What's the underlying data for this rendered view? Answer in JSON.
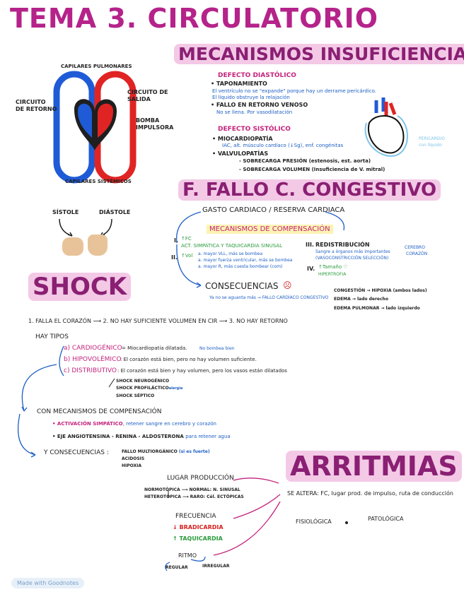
{
  "title": "TEMA 3. CIRCULATORIO",
  "heart_diagram": {
    "top_label": "CAPILARES PULMONARES",
    "left_label_1": "CIRCUITO",
    "left_label_2": "DE RETORNO",
    "right_label_1": "CIRCUITO DE",
    "right_label_2": "SALIDA",
    "pump_label_1": "BOMBA",
    "pump_label_2": "IMPULSORA",
    "bottom_label": "CAPILARES SISTÉMICOS"
  },
  "cycle": {
    "systole": "SÍSTOLE",
    "diastole": "DIÁSTOLE"
  },
  "mecanismos": {
    "heading": "MECANISMOS INSUFICIENCIA",
    "diastolic": "DEFECTO DIASTÓLICO",
    "tamponamiento": "• TAPONAMIENTO",
    "tamp_1": "El ventrículo no se \"expande\" porque hay un derrame pericárdico.",
    "tamp_2": "El líquido obstruye la relajación",
    "venoso": "• FALLO EN RETORNO VENOSO",
    "venoso_1": "No se llena. Por vasodilatación",
    "systolic": "DEFECTO SISTÓLICO",
    "mioc": "• MIOCARDIOPATÍA",
    "mioc_1": "IAC, alt. músculo cardíaco (↓Sg), enf. congénitas",
    "valv": "• VALVULOPATÍAS",
    "valv_1": "- SOBRECARGA PRESIÓN (estenosis, est. aorta)",
    "valv_2": "- SOBRECARGA VOLUMEN (Insuficiencia de V. mitral)",
    "heart_note_1": "PERICARDIO",
    "heart_note_2": "con líquido"
  },
  "fallo": {
    "heading": "F. FALLO C. CONGESTIVO",
    "gasto": "GASTO CARDIACO / RESERVA CARDIACA",
    "comp": "MECANISMOS DE COMPENSACIÓN",
    "i_label": "I.",
    "i_fc": "↑FC",
    "i_act": "ACT. SIMPÁTICA Y TAQUICARDIA SINUSAL",
    "ii_label": "II.",
    "ii_vol": "↑Vol",
    "ii_a": "a. mayor VLL, más se bombea",
    "ii_b": "a. mayor fuerza ventricular, más se bombea",
    "ii_c": "a. mayor R, más cuesta bombear (com)",
    "iii_label": "III.",
    "iii_redis": "REDISTRIBUCIÓN",
    "iii_1": "Sangre a órganos más importantes",
    "iii_2": "(VASOCONSTRICCIÓN SELECCIÓN)",
    "cerebro": "CEREBRO",
    "corazon": "CORAZÓN",
    "iv_label": "IV.",
    "iv_1": "↑Tamaño ♡",
    "iv_2": "HIPERTROFIA",
    "consec": "CONSECUENCIAS",
    "consec_1": "Ya no se aguanta más → FALLO CARDÍACO CONGESTIVO",
    "con_1": "CONGESTIÓN → HIPOXIA (ambos lados)",
    "con_2": "EDEMA → lado derecho",
    "con_3": "EDEMA PULMONAR → lado izquierdo"
  },
  "shock": {
    "heading": "SHOCK",
    "line1": "1. FALLA EL CORAZÓN ⟶ 2. NO HAY SUFICIENTE VOLUMEN EN CIR ⟶ 3. NO HAY RETORNO",
    "tipos": "HAY TIPOS",
    "a_label": "a) CARDIOGÉNICO",
    "a_text": "= Miocardiopatía dilatada.",
    "a_blue": "No bombea bien",
    "b_label": "b) HIPOVOLÉMICO",
    "b_text": ": El corazón está bien, pero no hay volumen suficiente.",
    "c_label": "c) DISTRIBUTIVO",
    "c_text": ": El corazón está bien y hay volumen, pero los vasos están dilatados",
    "c_sub1": "SHOCK NEUROGÉNICO",
    "c_sub2": "SHOCK PROFILÁCTICO",
    "c_sub2_blue": "alergia",
    "c_sub3": "SHOCK SÉPTICO",
    "comp": "CON MECANISMOS DE COMPENSACIÓN",
    "comp_1": "• ACTIVACIÓN SIMPÁTICO",
    "comp_1_blue": ", retener sangre en cerebro y corazón",
    "comp_2": "• EJE ANGIOTENSINA - RENINA - ALDOSTERONA",
    "comp_2_blue": "para retener agua",
    "consec": "Y CONSECUENCIAS :",
    "consec_1": "FALLO MULTIORGÁNICO",
    "consec_1_blue": "(si es fuerte)",
    "consec_2": "ACIDOSIS",
    "consec_3": "HIPOXIA"
  },
  "arritmias": {
    "heading": "ARRITMIAS",
    "lugar": "LUGAR PRODUCCIÓN",
    "normo": "NORMOTÓPICA ⟶ NORMAL: N. SINUSAL",
    "hetero": "HETEROTÓPICA ⟶ RARO: Cél. ECTÓPICAS",
    "frecuencia": "FRECUENCIA",
    "brad": "↓ BRADICARDIA",
    "taqui": "↑ TAQUICARDIA",
    "ritmo": "RITMO",
    "regular": "REGULAR",
    "irregular": "IRREGULAR",
    "altera": "SE ALTERA: FC, lugar prod. de impulso, ruta de conducción",
    "fisio": "FISIOLÓGICA",
    "pato": "PATOLÓGICA"
  },
  "footer": "Made with Goodnotes"
}
